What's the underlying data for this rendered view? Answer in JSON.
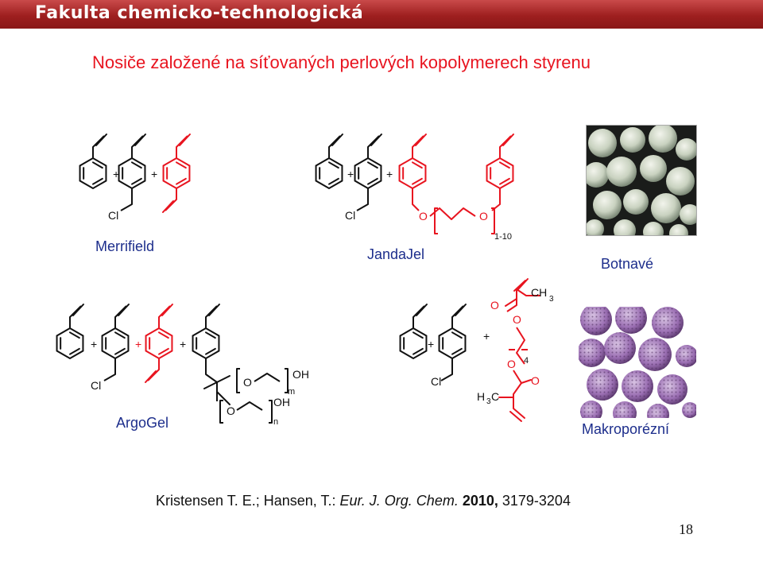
{
  "header": {
    "title": "Fakulta chemicko-technologická"
  },
  "slide": {
    "title": "Nosiče založené na síťovaných perlových kopolymerech styrenu"
  },
  "resins": {
    "merrifield": "Merrifield",
    "jandajel": "JandaJel",
    "botnave": "Botnavé",
    "argogel": "ArgoGel",
    "makroporezni": "Makroporézní"
  },
  "chem_labels": {
    "cl": "Cl",
    "plus": "+",
    "o": "O",
    "oh": "OH",
    "ch3": "CH",
    "h3c": "H",
    "sub3": "3",
    "c": "C",
    "range_1_10": "1-10",
    "m": "m",
    "n": "n",
    "four": "4"
  },
  "citation": {
    "authors": "Kristensen T. E.; Hansen, T.: ",
    "journal": "Eur. J. Org. Chem.",
    "year": " 2010,",
    "pages": " 3179-3204"
  },
  "page_number": "18",
  "colors": {
    "header": "#9e1f1f",
    "title": "#e8141f",
    "label": "#1d2e8c",
    "red_struct": "#e8141f",
    "black_struct": "#111111"
  }
}
